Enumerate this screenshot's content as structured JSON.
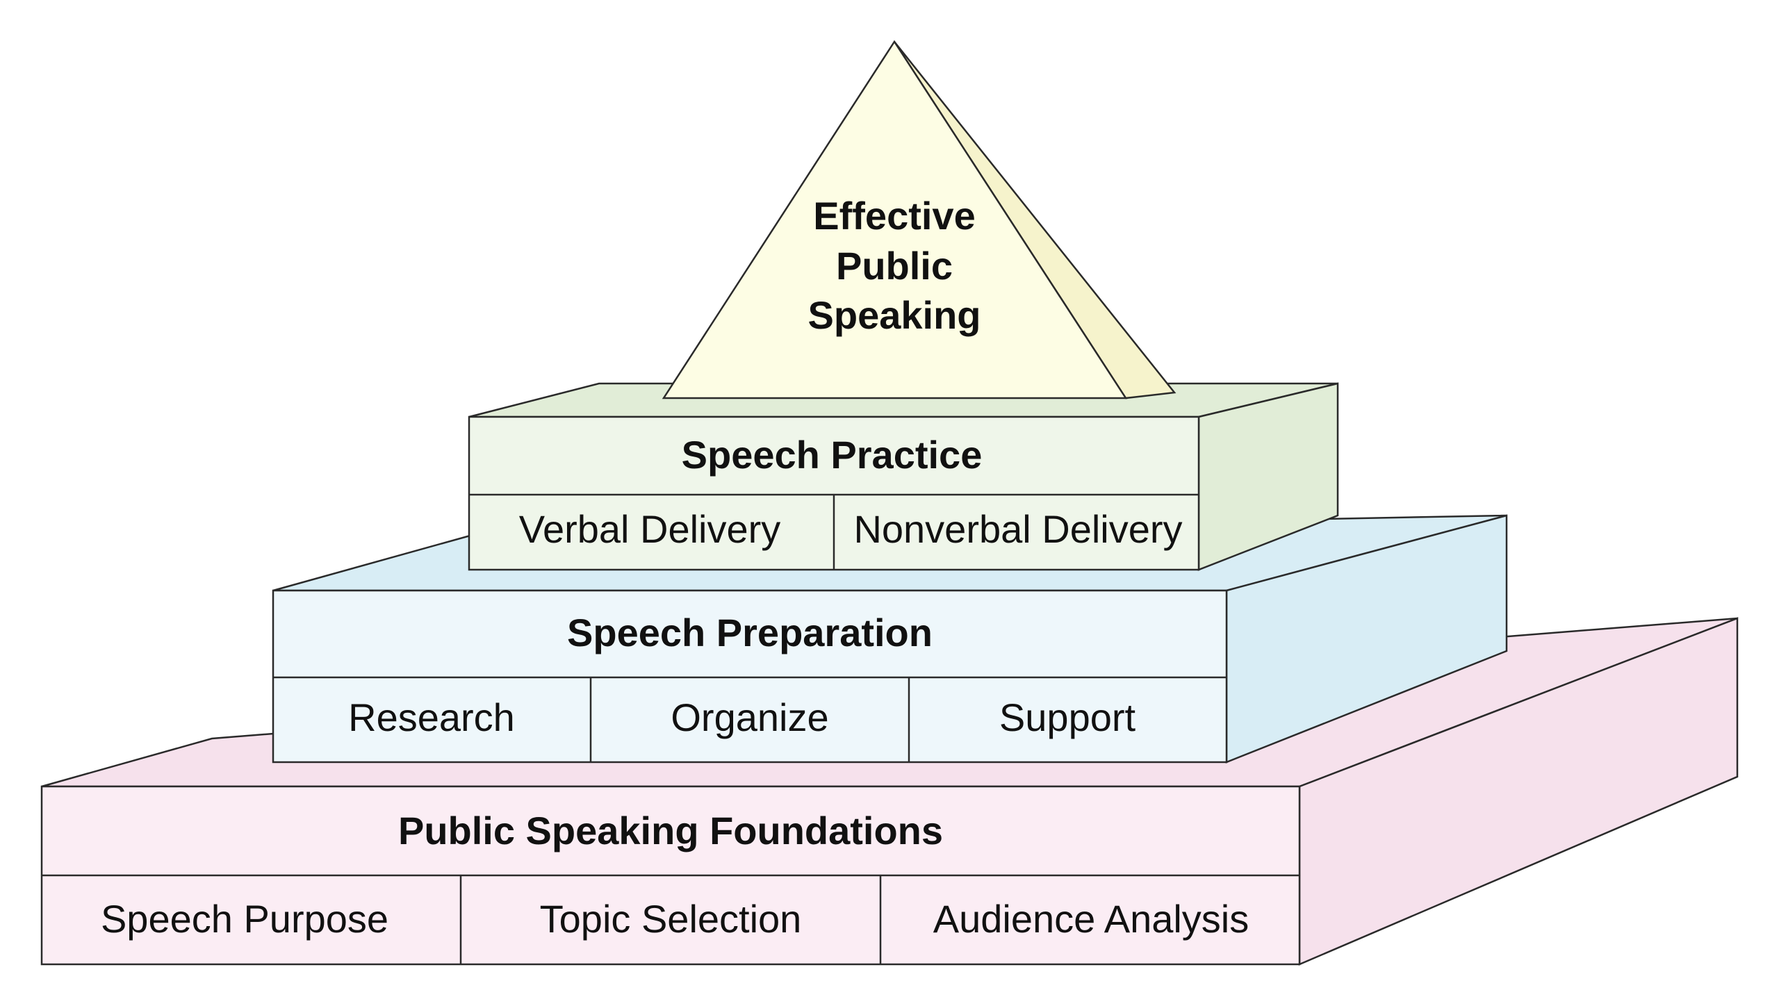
{
  "apex": {
    "lines": [
      "Effective",
      "Public",
      "Speaking"
    ],
    "colors": {
      "front": "#FDFDE4",
      "side": "#F6F3CC"
    }
  },
  "tiers": {
    "practice": {
      "title": "Speech Practice",
      "cells": [
        "Verbal Delivery",
        "Nonverbal Delivery"
      ],
      "colors": {
        "front": "#EFF6EA",
        "top": "#E1EDD7",
        "side": "#E1EDD7"
      }
    },
    "preparation": {
      "title": "Speech Preparation",
      "cells": [
        "Research",
        "Organize",
        "Support"
      ],
      "colors": {
        "front": "#EEF7FB",
        "top": "#D8EDF5",
        "side": "#D8EDF5"
      }
    },
    "foundations": {
      "title": "Public Speaking Foundations",
      "cells": [
        "Speech Purpose",
        "Topic Selection",
        "Audience Analysis"
      ],
      "colors": {
        "front": "#FBEDF4",
        "top": "#F6E1EC",
        "side": "#F6E1EC"
      }
    }
  }
}
